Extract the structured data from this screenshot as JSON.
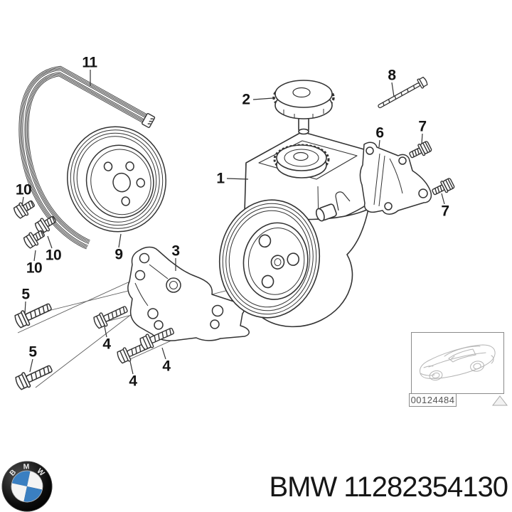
{
  "callouts": [
    {
      "text": "11",
      "part": "serpentine-belt"
    },
    {
      "text": "10",
      "part": "hex-bolt"
    },
    {
      "text": "10",
      "part": "hex-bolt"
    },
    {
      "text": "10",
      "part": "hex-bolt"
    },
    {
      "text": "9",
      "part": "crank-pulley"
    },
    {
      "text": "5",
      "part": "long-hex-bolt"
    },
    {
      "text": "5",
      "part": "long-hex-bolt"
    },
    {
      "text": "4",
      "part": "hex-bolt"
    },
    {
      "text": "4",
      "part": "hex-bolt"
    },
    {
      "text": "4",
      "part": "hex-bolt"
    },
    {
      "text": "3",
      "part": "mounting-bracket"
    },
    {
      "text": "1",
      "part": "power-steering-pump"
    },
    {
      "text": "2",
      "part": "reservoir-cap"
    },
    {
      "text": "8",
      "part": "long-thin-bolt"
    },
    {
      "text": "6",
      "part": "support-bracket"
    },
    {
      "text": "7",
      "part": "cap-bolt"
    },
    {
      "text": "7",
      "part": "cap-bolt"
    }
  ],
  "thumbnail": {
    "image_code": "00124484",
    "icon": "car-sketch",
    "marker_icon": "print-triangle"
  },
  "footer": {
    "brand": "BMW",
    "part_number": "11282354130",
    "logo_icon": "bmw-roundel"
  },
  "colors": {
    "line": "#333333",
    "sketch_gray": "#b5b5b5",
    "code_text": "#555555",
    "bmw_blue": "#3a7fc1",
    "text": "#161616",
    "background": "#ffffff"
  }
}
